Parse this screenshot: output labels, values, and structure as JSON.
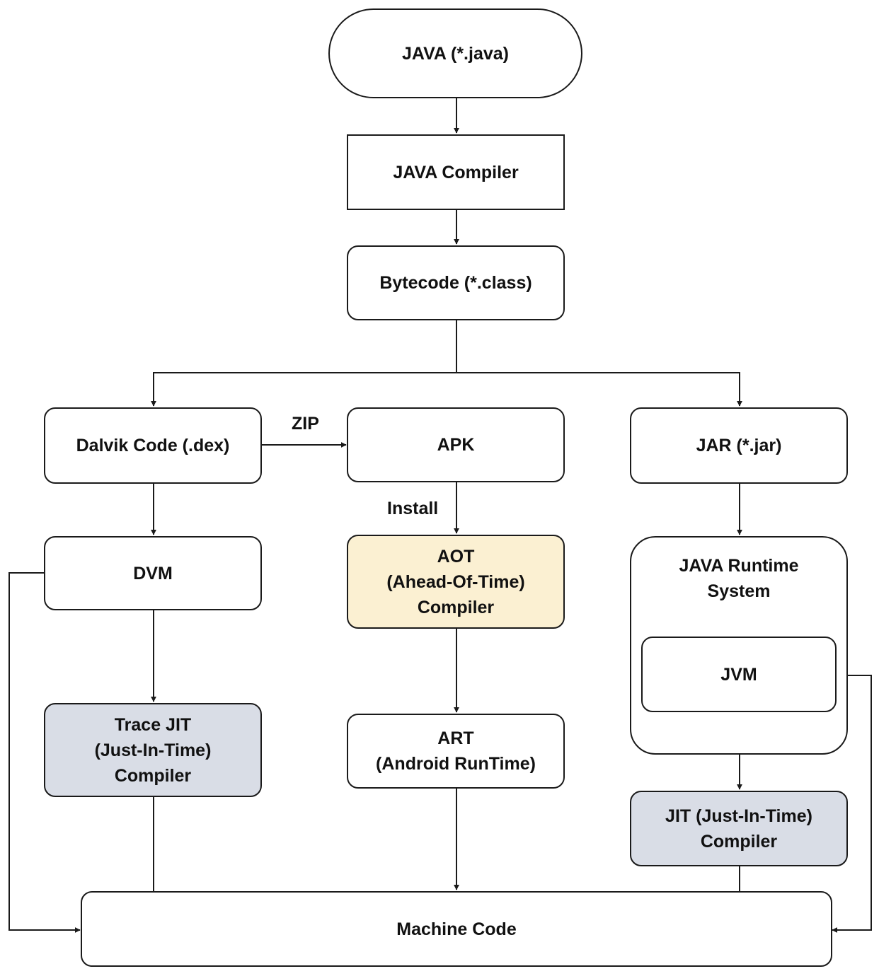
{
  "nodes": {
    "java_source": "JAVA (*.java)",
    "java_compiler": "JAVA Compiler",
    "bytecode": "Bytecode (*.class)",
    "dalvik_code": "Dalvik Code (.dex)",
    "apk": "APK",
    "jar": "JAR (*.jar)",
    "dvm": "DVM",
    "aot_compiler": "AOT\n(Ahead-Of-Time)\nCompiler",
    "java_runtime_system": "JAVA Runtime\nSystem",
    "jvm": "JVM",
    "trace_jit": "Trace JIT\n(Just-In-Time)\nCompiler",
    "art": "ART\n(Android RunTime)",
    "jit_compiler": "JIT (Just-In-Time)\nCompiler",
    "machine_code": "Machine Code"
  },
  "edge_labels": {
    "zip": "ZIP",
    "install": "Install"
  },
  "colors": {
    "aot_fill": "#fbf0d2",
    "jit_fill": "#d9dde6",
    "stroke": "#1a1a1a"
  }
}
